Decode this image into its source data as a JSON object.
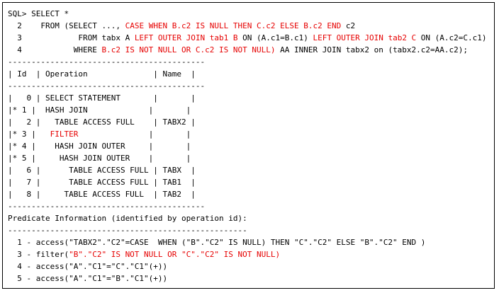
{
  "colors": {
    "text": "#000000",
    "highlight": "#e60000",
    "border": "#000000",
    "background": "#ffffff"
  },
  "lines": [
    [
      {
        "t": "SQL> SELECT *"
      }
    ],
    [
      {
        "t": "  2    FROM (SELECT ..., "
      },
      {
        "t": "CASE WHEN B.c2 IS NULL THEN C.c2 ELSE B.c2 END",
        "r": true
      },
      {
        "t": " c2"
      }
    ],
    [
      {
        "t": "  3            FROM tabx A "
      },
      {
        "t": "LEFT OUTER JOIN tab1 B",
        "r": true
      },
      {
        "t": " ON (A.c1=B.c1) "
      },
      {
        "t": "LEFT OUTER JOIN tab2 C",
        "r": true
      },
      {
        "t": " ON (A.c2=C.c1)"
      }
    ],
    [
      {
        "t": "  4           WHERE "
      },
      {
        "t": "B.c2 IS NOT NULL OR C.c2 IS NOT NULL)",
        "r": true
      },
      {
        "t": " AA INNER JOIN tabx2 on (tabx2.c2=AA.c2);"
      }
    ],
    [
      {
        "t": "------------------------------------------"
      }
    ],
    [
      {
        "t": "| Id  | Operation              | Name  |"
      }
    ],
    [
      {
        "t": "------------------------------------------"
      }
    ],
    [
      {
        "t": "|   0 | SELECT STATEMENT       |       |"
      }
    ],
    [
      {
        "t": "|* 1 |  HASH JOIN             |       |"
      }
    ],
    [
      {
        "t": "|   2 |   TABLE ACCESS FULL    | TABX2 |"
      }
    ],
    [
      {
        "t": "|* 3 |   "
      },
      {
        "t": "FILTER",
        "r": true
      },
      {
        "t": "               |       |"
      }
    ],
    [
      {
        "t": "|* 4 |    HASH JOIN OUTER     |       |"
      }
    ],
    [
      {
        "t": "|* 5 |     HASH JOIN OUTER    |       |"
      }
    ],
    [
      {
        "t": "|   6 |      TABLE ACCESS FULL | TABX  |"
      }
    ],
    [
      {
        "t": "|   7 |      TABLE ACCESS FULL | TAB1  |"
      }
    ],
    [
      {
        "t": "|   8 |     TABLE ACCESS FULL  | TAB2  |"
      }
    ],
    [
      {
        "t": "------------------------------------------"
      }
    ],
    [
      {
        "t": "Predicate Information (identified by operation id):"
      }
    ],
    [
      {
        "t": "---------------------------------------------------"
      }
    ],
    [
      {
        "t": "  1 - access(\"TABX2\".\"C2\"=CASE  WHEN (\"B\".\"C2\" IS NULL) THEN \"C\".\"C2\" ELSE \"B\".\"C2\" END )"
      }
    ],
    [
      {
        "t": "  3 - filter("
      },
      {
        "t": "\"B\".\"C2\" IS NOT NULL OR \"C\".\"C2\" IS NOT NULL)",
        "r": true
      }
    ],
    [
      {
        "t": "  4 - access(\"A\".\"C1\"=\"C\".\"C1\"(+))"
      }
    ],
    [
      {
        "t": "  5 - access(\"A\".\"C1\"=\"B\".\"C1\"(+))"
      }
    ]
  ]
}
